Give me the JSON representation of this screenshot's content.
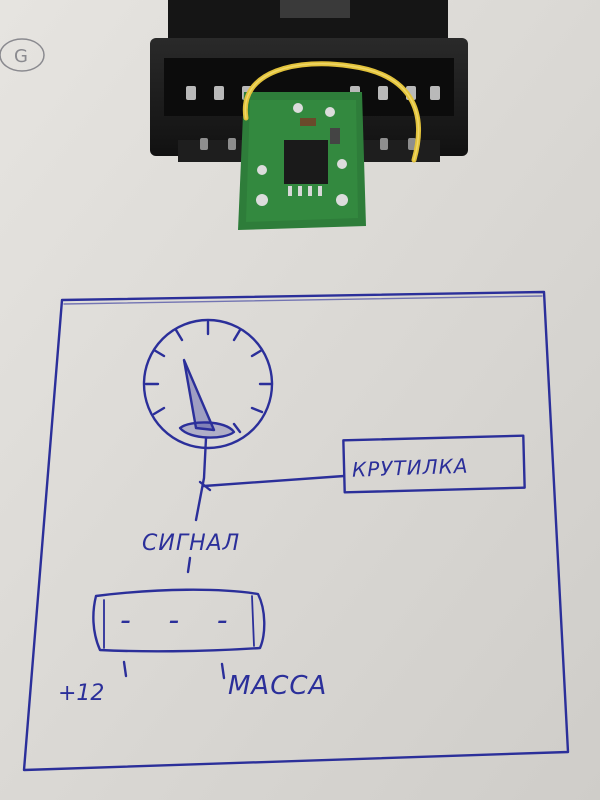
{
  "photo": {
    "corner_mark": "G",
    "sketch": {
      "knob_label": "КРУТИЛКА",
      "signal_label": "СИГНАЛ",
      "connector_pins": "- - -",
      "plus_label": "+12",
      "ground_label": "МАССА"
    }
  },
  "colors": {
    "paper": "#dcdad6",
    "ink": "#2b2f9a",
    "pcb": "#2e7d3a",
    "wire": "#e2c23a",
    "housing": "#1c1c1c"
  }
}
